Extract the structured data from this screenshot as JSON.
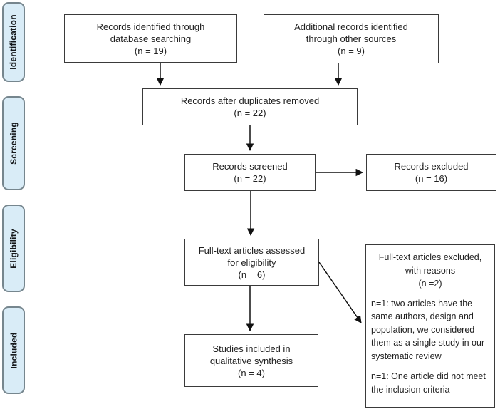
{
  "diagram_type": "prisma-flow-diagram",
  "colors": {
    "stage_fill": "#d9ecf7",
    "stage_border": "#76868e",
    "box_border": "#3a3a3a",
    "arrow": "#111111",
    "background": "#ffffff"
  },
  "sidebar": {
    "stages": [
      {
        "label": "Identification"
      },
      {
        "label": "Screening"
      },
      {
        "label": "Eligibility"
      },
      {
        "label": "Included"
      }
    ]
  },
  "flow": {
    "identified": {
      "lines": [
        "Records identified through",
        "database searching",
        "(n = 19)"
      ]
    },
    "additional": {
      "lines": [
        "Additional records identified",
        "through other sources",
        "(n = 9)"
      ]
    },
    "duplicates": {
      "lines": [
        "Records after duplicates removed",
        "(n = 22)"
      ]
    },
    "screened": {
      "lines": [
        "Records screened",
        "(n = 22)"
      ]
    },
    "excluded": {
      "lines": [
        "Records excluded",
        "(n = 16)"
      ]
    },
    "fulltext": {
      "lines": [
        "Full-text articles assessed",
        "for eligibility",
        "(n = 6)"
      ]
    },
    "qualitative": {
      "lines": [
        "Studies included in",
        "qualitative synthesis",
        "(n = 4)"
      ]
    },
    "fulltext_excluded": {
      "heading_lines": [
        "Full-text articles excluded,",
        "with reasons",
        "(n =2)"
      ],
      "reasons": [
        "n=1: two articles have the same authors, design and population, we considered them as a single study in our systematic review",
        "n=1: One article did not meet the inclusion criteria"
      ]
    }
  }
}
